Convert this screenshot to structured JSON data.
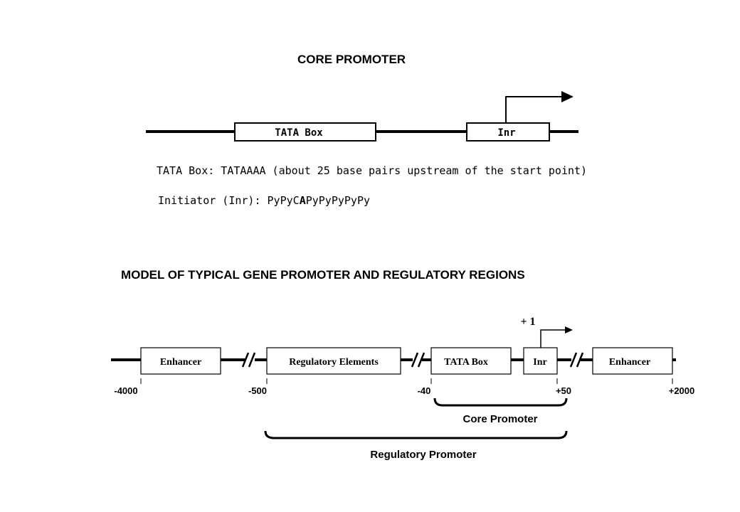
{
  "core_promoter": {
    "title": "CORE PROMOTER",
    "tata_label": "TATA Box",
    "inr_label": "Inr",
    "tata_desc": "TATA Box: TATAAAA (about 25 base pairs upstream of the start point)",
    "inr_desc_prefix": "Initiator (Inr): PyPyC",
    "inr_desc_bold": "A",
    "inr_desc_suffix": "PyPyPyPyPy"
  },
  "model": {
    "title": "MODEL OF TYPICAL GENE PROMOTER AND REGULATORY REGIONS",
    "start_label": "+ 1",
    "boxes": [
      "Enhancer",
      "Regulatory Elements",
      "TATA Box",
      "Inr",
      "Enhancer"
    ],
    "positions": [
      "-4000",
      "-500",
      "-40",
      "+50",
      "+2000"
    ],
    "core_promoter_label": "Core Promoter",
    "regulatory_promoter_label": "Regulatory Promoter"
  },
  "colors": {
    "line": "#000000",
    "box_fill": "#ffffff",
    "text": "#000000"
  }
}
